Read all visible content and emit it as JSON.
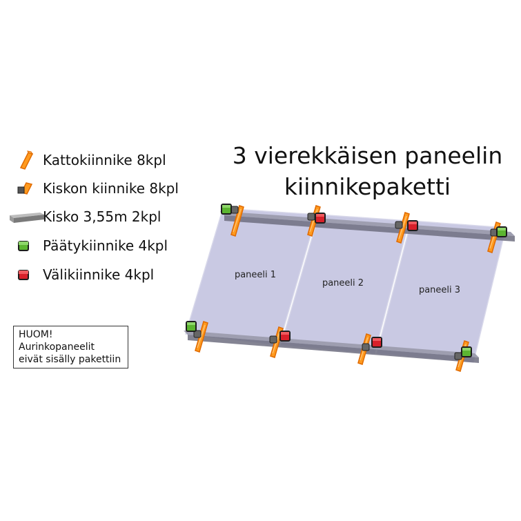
{
  "title": {
    "line1": "3 vierekkäisen paneelin",
    "line2": "kiinnikepaketti"
  },
  "legend": [
    {
      "icon": "roof-hook-icon",
      "label": "Kattokiinnike 8kpl"
    },
    {
      "icon": "rail-connector-icon",
      "label": "Kiskon kiinnike 8kpl"
    },
    {
      "icon": "rail-icon",
      "label": "Kisko 3,55m 2kpl"
    },
    {
      "icon": "end-clamp-icon",
      "label": "Päätykiinnike 4kpl"
    },
    {
      "icon": "middle-clamp-icon",
      "label": "Välikiinnike 4kpl"
    }
  ],
  "note": {
    "line1": "HUOM!",
    "line2": "Aurinkopaneelit",
    "line3": "eivät sisälly pakettiin"
  },
  "panels": [
    {
      "label": "paneeli 1"
    },
    {
      "label": "paneeli 2"
    },
    {
      "label": "paneeli 3"
    }
  ],
  "colors": {
    "roof_hook": "#ff9a1e",
    "rail": "#6e6e80",
    "end_clamp": "#5cb531",
    "middle_clamp": "#d8202a",
    "panel": "#c9c9e3"
  }
}
